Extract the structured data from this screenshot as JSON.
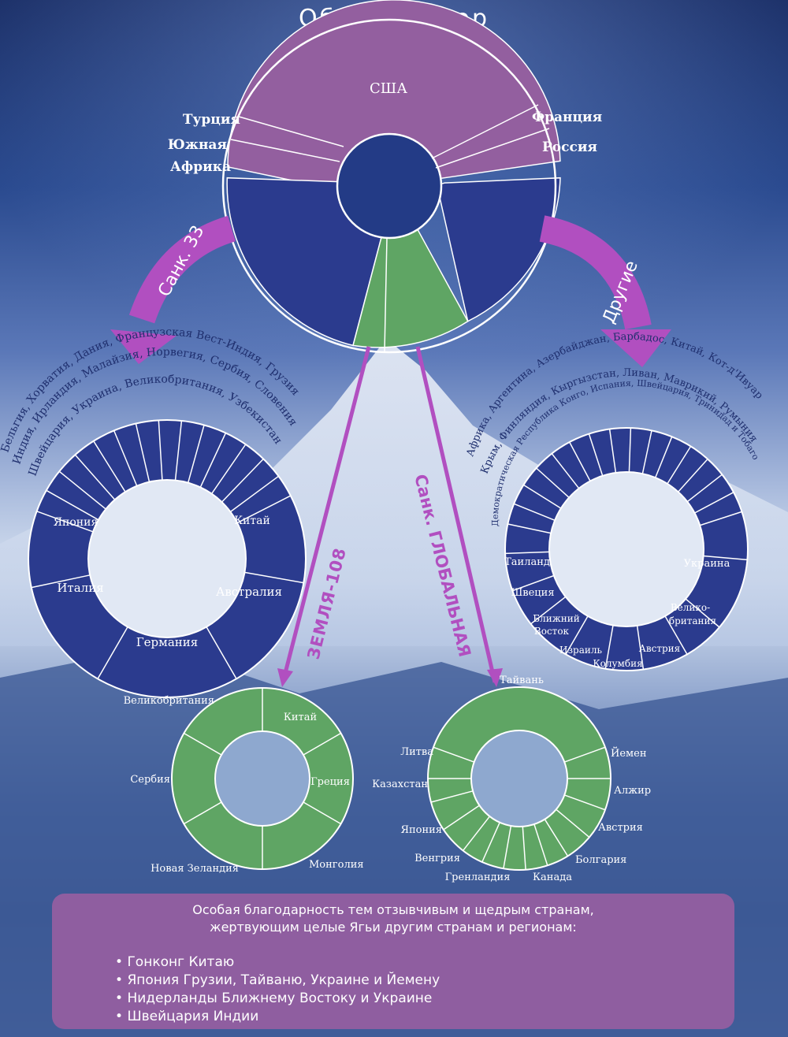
{
  "title": "Общий обзор",
  "colors": {
    "purple": "#935f9f",
    "blue": "#2b3b8e",
    "green": "#5fa564",
    "arrow": "#b14fc0",
    "center": "#233b86"
  },
  "main_ring": {
    "labels": {
      "usa": "США",
      "turkey": "Турция",
      "south_africa_1": "Южная",
      "south_africa_2": "Африка",
      "france": "Франция",
      "russia": "Россия"
    }
  },
  "arrows": {
    "sank33": "Санк. 33",
    "other": "Другие",
    "earth108": "ЗЕМЛЯ-108",
    "global": "Санк. ГЛОБАЛЬНАЯ"
  },
  "sank33_ring": {
    "arc_lines": [
      "Бельгия, Хорватия, Дания, Французская Вест-Индия, Грузия",
      "Индия, Ирландия, Малайзия, Норвегия, Сербия, Словения",
      "Швейцария, Украина, Великобритания, Узбекистан"
    ],
    "labels": {
      "japan": "Япония",
      "italy": "Италия",
      "germany": "Германия",
      "australia": "Австралия",
      "china": "Китай"
    }
  },
  "other_ring": {
    "arc_lines": [
      "Африка, Аргентина, Азербайджан, Барбадос, Китай, Кот-д'Ивуар",
      "Крым, Финляндия, Кыргызстан, Ливан, Маврикий, Румыния",
      "Демократическая Республика Конго, Испания, Швейцария, Тринидад и Тобаго"
    ],
    "labels": {
      "thailand": "Таиланд",
      "sweden": "Швеция",
      "middle_east_1": "Ближний",
      "middle_east_2": "Восток",
      "israel": "Израиль",
      "colombia": "Колумбия",
      "austria": "Австрия",
      "uk_1": "Велико-",
      "uk_2": "британия",
      "ukraine": "Украина"
    }
  },
  "earth_ring": {
    "labels": {
      "uk": "Великобритания",
      "china": "Китай",
      "serbia": "Сербия",
      "greece": "Греция",
      "new_zealand": "Новая Зеландия",
      "mongolia": "Монголия"
    }
  },
  "global_ring": {
    "labels": {
      "taiwan": "Тайвань",
      "lithuania": "Литва",
      "kazakhstan": "Казахстан",
      "japan": "Япония",
      "hungary": "Венгрия",
      "greenland": "Гренландия",
      "canada": "Канада",
      "bulgaria": "Болгария",
      "austria": "Австрия",
      "algeria": "Алжир",
      "yemen": "Йемен"
    }
  },
  "note": {
    "intro": [
      "Особая благодарность тем отзывчивым и щедрым странам,",
      "жертвующим целые Ягьи другим странам и регионам:"
    ],
    "items": [
      "Гонконг Китаю",
      "Япония Грузии, Тайваню, Украине и Йемену",
      "Нидерланды Ближнему Востоку и Украине",
      "Швейцария Индии"
    ]
  }
}
